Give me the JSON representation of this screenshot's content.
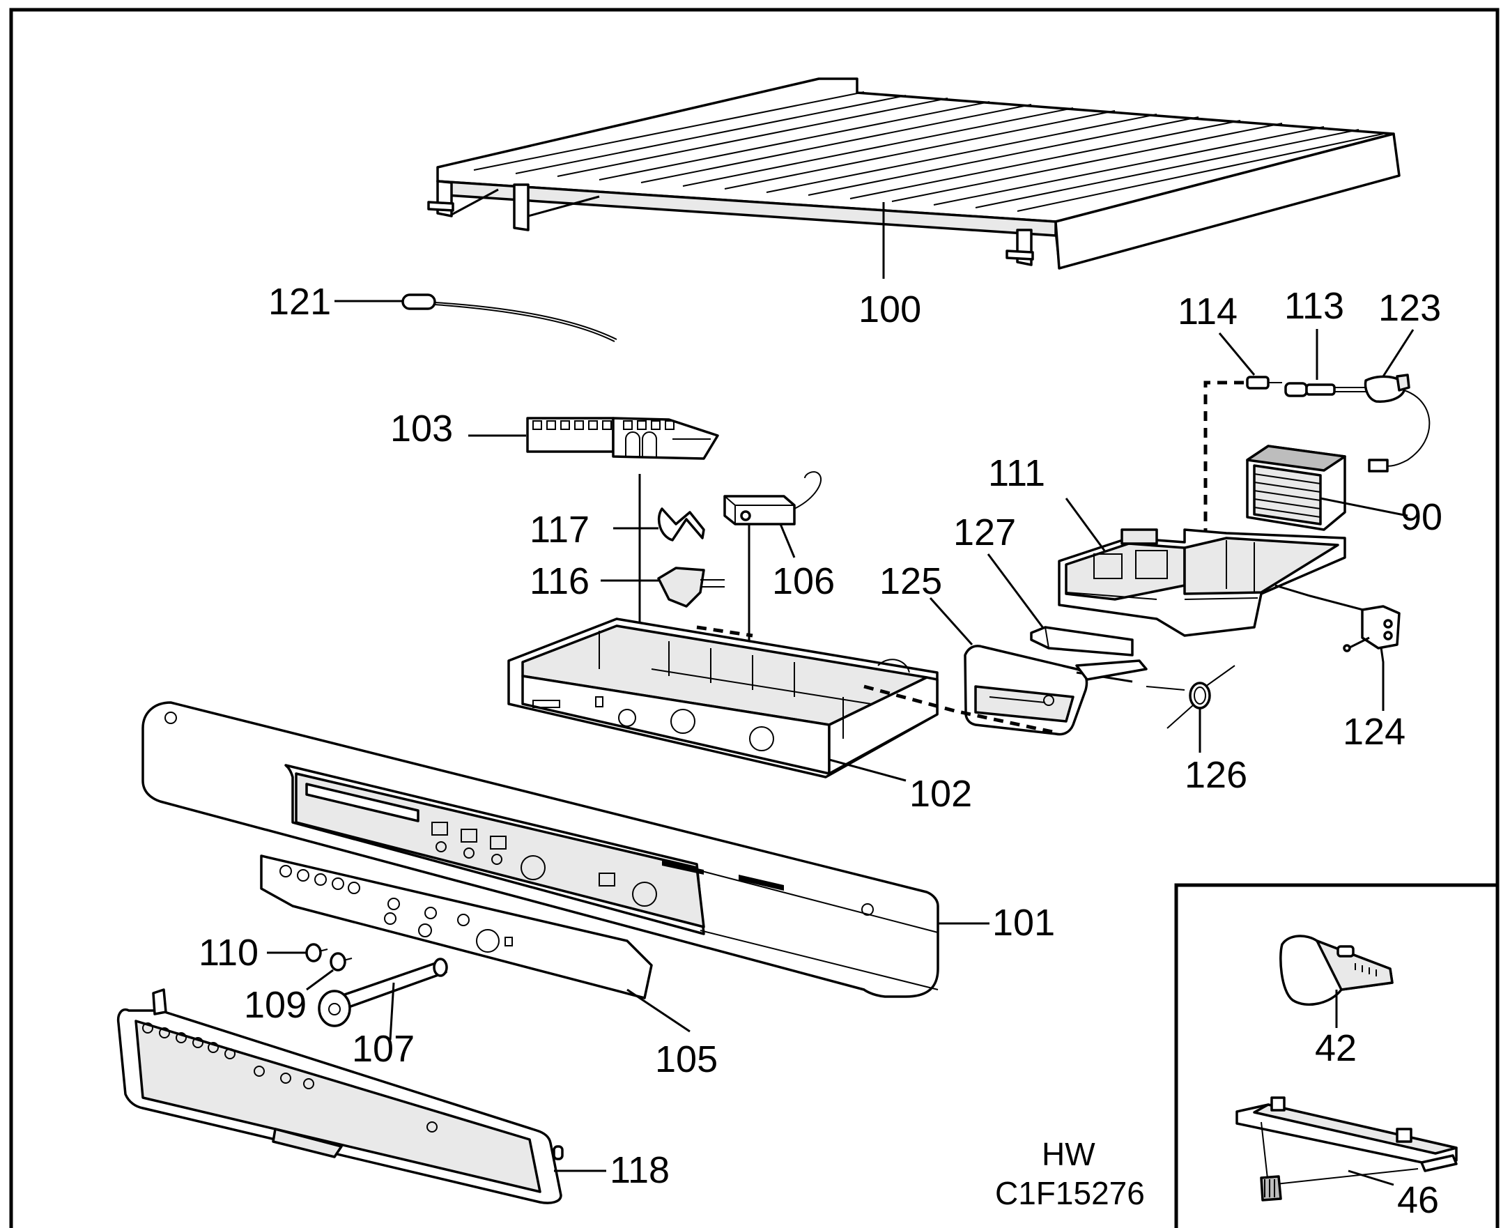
{
  "labels": {
    "p100": "100",
    "p121": "121",
    "p114": "114",
    "p113": "113",
    "p123": "123",
    "p103": "103",
    "p111": "111",
    "p90": "90",
    "p117": "117",
    "p127": "127",
    "p116": "116",
    "p106": "106",
    "p125": "125",
    "p124": "124",
    "p102": "102",
    "p126": "126",
    "p101": "101",
    "p110": "110",
    "p109": "109",
    "p107": "107",
    "p105": "105",
    "p118": "118",
    "p42": "42",
    "p46": "46"
  },
  "caption": {
    "line1": "HW",
    "line2": "C1F15276"
  }
}
